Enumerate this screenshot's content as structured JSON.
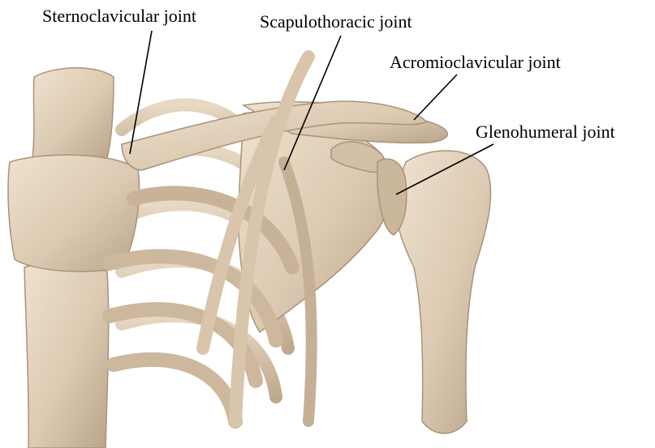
{
  "labels": {
    "sternoclavicular": "Sternoclavicular joint",
    "scapulothoracic": "Scapulothoracic joint",
    "acromioclavicular": "Acromioclavicular joint",
    "glenohumeral": "Glenohumeral joint"
  },
  "colors": {
    "bone": "#dcc9b1",
    "bone_shadow": "#a8937a",
    "bone_highlight": "#efe2cf",
    "leader_line": "#000000",
    "background": "#ffffff"
  }
}
